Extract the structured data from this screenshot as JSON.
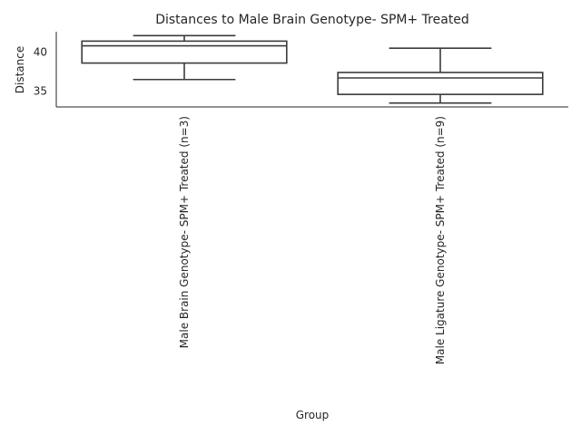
{
  "chart_data": {
    "type": "box",
    "title": "Distances to Male Brain Genotype- SPM+ Treated",
    "xlabel": "Group",
    "ylabel": "Distance",
    "ylim": [
      33.0,
      42.6
    ],
    "yticks": [
      35,
      40
    ],
    "grid": false,
    "categories": [
      "Male Brain Genotype- SPM+ Treated (n=3)",
      "Male Ligature Genotype- SPM+ Treated (n=9)"
    ],
    "boxes": [
      {
        "whisker_low": 36.5,
        "q1": 38.6,
        "median": 40.8,
        "q3": 41.4,
        "whisker_high": 42.1
      },
      {
        "whisker_low": 33.5,
        "q1": 34.6,
        "median": 36.7,
        "q3": 37.4,
        "whisker_high": 40.5
      }
    ]
  }
}
